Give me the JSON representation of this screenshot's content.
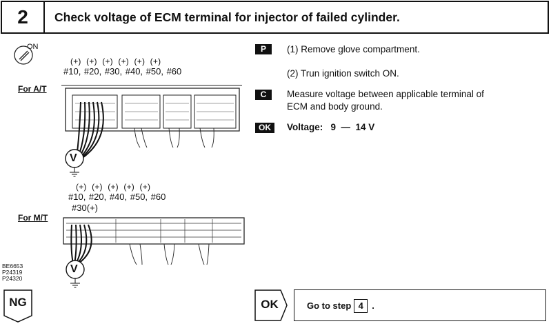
{
  "header": {
    "step_number": "2",
    "title": "Check voltage of ECM terminal for injector of failed cylinder."
  },
  "ignition_state": "ON",
  "diagram_at": {
    "label": "For A/T",
    "polarities": "(+)   (+)   (+)   (+)   (+)   (+)",
    "terminals": "#10, #20, #30, #40, #50, #60"
  },
  "diagram_mt": {
    "label": "For M/T",
    "polarities": "(+)   (+)   (+)   (+)   (+)",
    "terminals": "#10, #20, #40, #50, #60",
    "extra_terminal": "#30(+)"
  },
  "voltmeter_symbol": "V",
  "figure_codes": [
    "BE6653",
    "P24319",
    "P24320"
  ],
  "instructions": {
    "prep_tag": "P",
    "prep_step_1": "(1) Remove glove compartment.",
    "prep_step_2": "(2) Trun ignition switch ON.",
    "check_tag": "C",
    "check_text_line1": "Measure voltage between applicable terminal of",
    "check_text_line2": "ECM and body ground.",
    "ok_tag": "OK",
    "ok_text": "Voltage:   9  —  14 V"
  },
  "results": {
    "ng_label": "NG",
    "ok_label": "OK",
    "goto_prefix": "Go to step",
    "goto_step": "4",
    "goto_suffix": "."
  }
}
